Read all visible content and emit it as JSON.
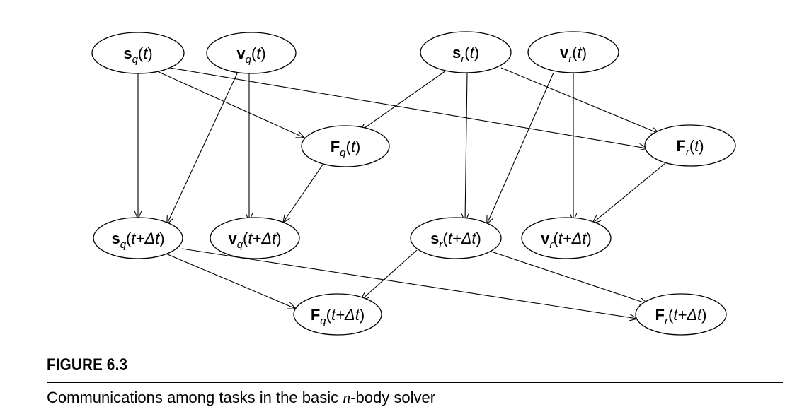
{
  "figure": {
    "title": "FIGURE 6.3",
    "caption_before": "Communications among tasks in the basic ",
    "caption_var": "n",
    "caption_after": "-body solver"
  },
  "nodes": [
    {
      "id": "sq_t",
      "var": "s",
      "sub": "q",
      "arg": "t"
    },
    {
      "id": "vq_t",
      "var": "v",
      "sub": "q",
      "arg": "t"
    },
    {
      "id": "sr_t",
      "var": "s",
      "sub": "r",
      "arg": "t"
    },
    {
      "id": "vr_t",
      "var": "v",
      "sub": "r",
      "arg": "t"
    },
    {
      "id": "Fq_t",
      "var": "F",
      "sub": "q",
      "arg": "t"
    },
    {
      "id": "Fr_t",
      "var": "F",
      "sub": "r",
      "arg": "t"
    },
    {
      "id": "sq_tdt",
      "var": "s",
      "sub": "q",
      "arg": "t+Δt"
    },
    {
      "id": "vq_tdt",
      "var": "v",
      "sub": "q",
      "arg": "t+Δt"
    },
    {
      "id": "sr_tdt",
      "var": "s",
      "sub": "r",
      "arg": "t+Δt"
    },
    {
      "id": "vr_tdt",
      "var": "v",
      "sub": "r",
      "arg": "t+Δt"
    },
    {
      "id": "Fq_tdt",
      "var": "F",
      "sub": "q",
      "arg": "t+Δt"
    },
    {
      "id": "Fr_tdt",
      "var": "F",
      "sub": "r",
      "arg": "t+Δt"
    }
  ],
  "edges": [
    {
      "from": "sq_t",
      "to": "sq_tdt"
    },
    {
      "from": "sq_t",
      "to": "Fq_t"
    },
    {
      "from": "sq_t",
      "to": "Fr_t"
    },
    {
      "from": "vq_t",
      "to": "sq_tdt"
    },
    {
      "from": "vq_t",
      "to": "vq_tdt"
    },
    {
      "from": "sr_t",
      "to": "Fq_t"
    },
    {
      "from": "sr_t",
      "to": "sr_tdt"
    },
    {
      "from": "sr_t",
      "to": "Fr_t"
    },
    {
      "from": "vr_t",
      "to": "sr_tdt"
    },
    {
      "from": "vr_t",
      "to": "vr_tdt"
    },
    {
      "from": "Fq_t",
      "to": "vq_tdt"
    },
    {
      "from": "Fr_t",
      "to": "vr_tdt"
    },
    {
      "from": "sq_tdt",
      "to": "Fq_tdt"
    },
    {
      "from": "sq_tdt",
      "to": "Fr_tdt"
    },
    {
      "from": "sr_tdt",
      "to": "Fq_tdt"
    },
    {
      "from": "sr_tdt",
      "to": "Fr_tdt"
    }
  ]
}
